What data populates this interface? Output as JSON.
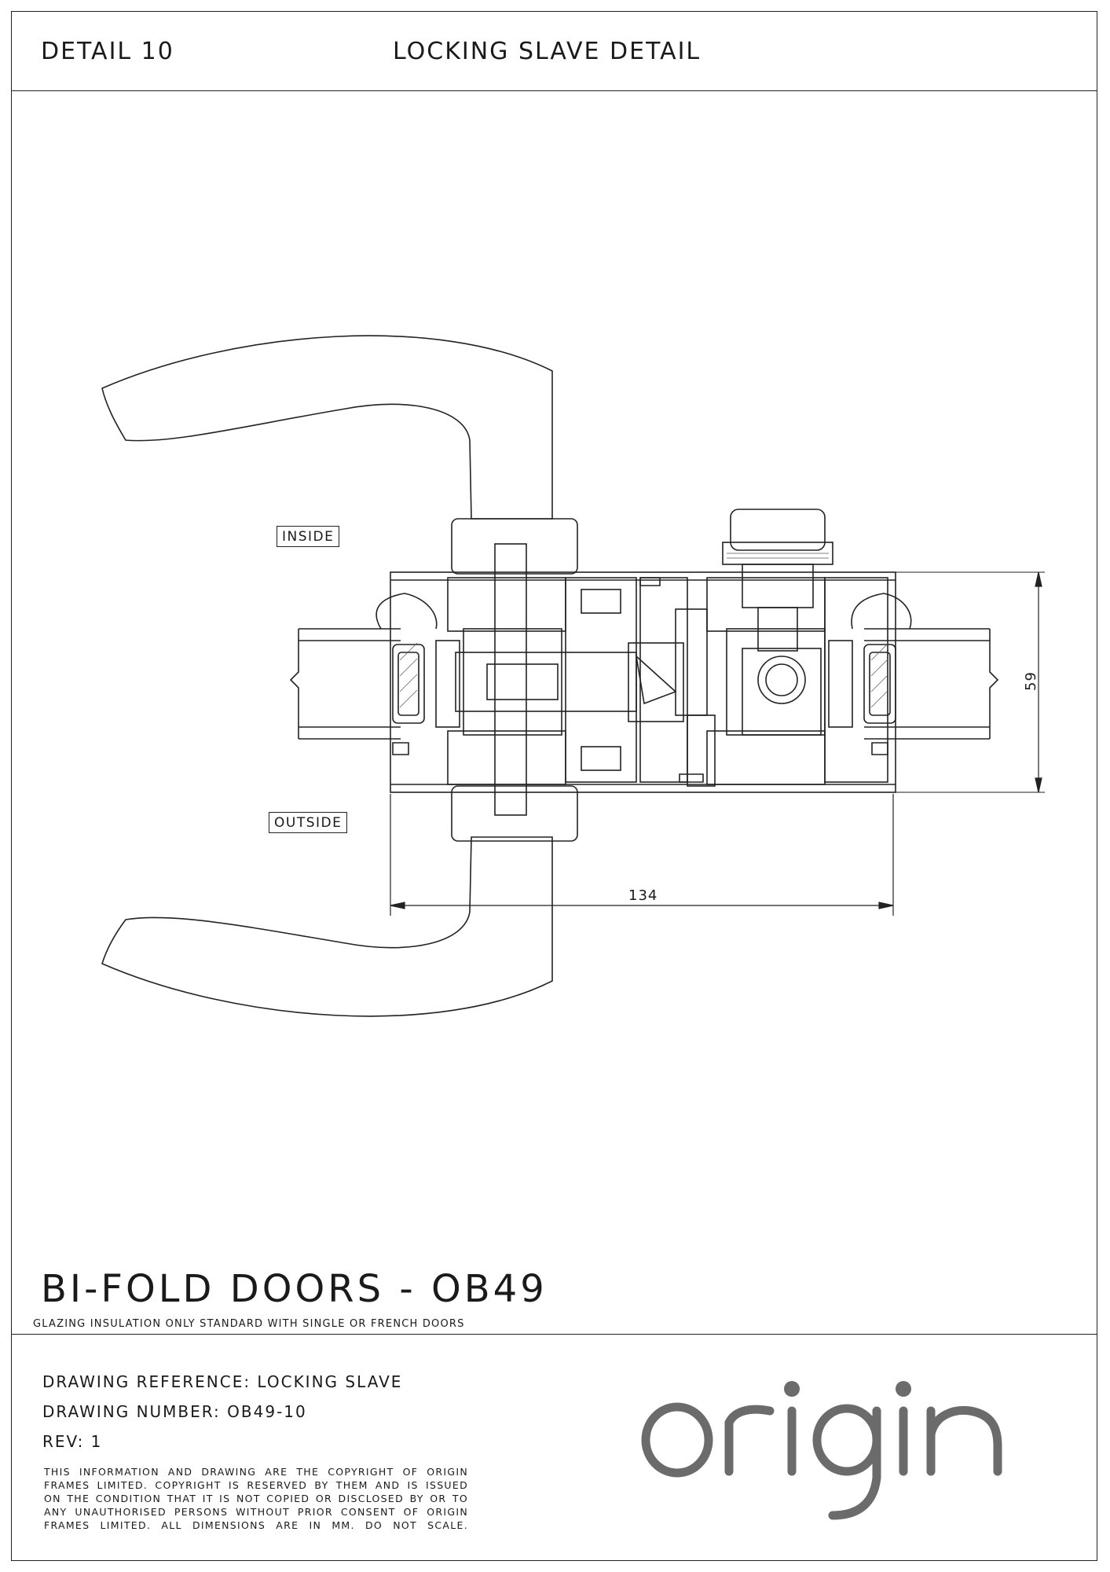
{
  "header": {
    "detail": "DETAIL 10",
    "title": "LOCKING SLAVE DETAIL"
  },
  "diagram": {
    "inside_label": "INSIDE",
    "outside_label": "OUTSIDE",
    "dim_width": "134",
    "dim_height": "59"
  },
  "product": {
    "title": "BI-FOLD DOORS - OB49",
    "subtitle": "GLAZING INSULATION ONLY STANDARD WITH SINGLE OR FRENCH DOORS"
  },
  "drawing": {
    "reference": "DRAWING REFERENCE: LOCKING SLAVE",
    "number": "DRAWING NUMBER: OB49-10",
    "rev": "REV: 1"
  },
  "copyright": {
    "lines": [
      "THIS INFORMATION AND DRAWING ARE THE COPYRIGHT OF ORIGIN",
      "FRAMES LIMITED. COPYRIGHT IS RESERVED BY THEM AND IS ISSUED",
      "ON THE CONDITION THAT IT IS NOT COPIED OR DISCLOSED BY OR TO",
      "ANY UNAUTHORISED PERSONS WITHOUT PRIOR CONSENT OF ORIGIN",
      "FRAMES LIMITED. ALL DIMENSIONS ARE IN MM. DO NOT SCALE."
    ]
  },
  "brand": {
    "logo_text": "origin",
    "logo_color": "#6b6b6b"
  }
}
